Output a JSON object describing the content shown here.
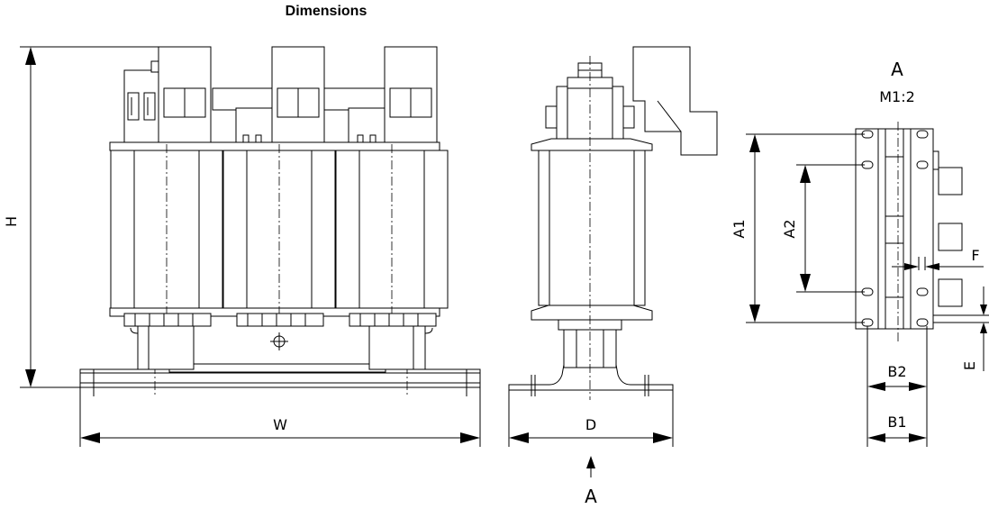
{
  "title": "Dimensions",
  "labels": {
    "h": "H",
    "w": "W",
    "d": "D",
    "view_arrow": "A",
    "view_name": "A",
    "scale": "M1:2",
    "a1": "A1",
    "a2": "A2",
    "b1": "B1",
    "b2": "B2",
    "e": "E",
    "f": "F"
  }
}
